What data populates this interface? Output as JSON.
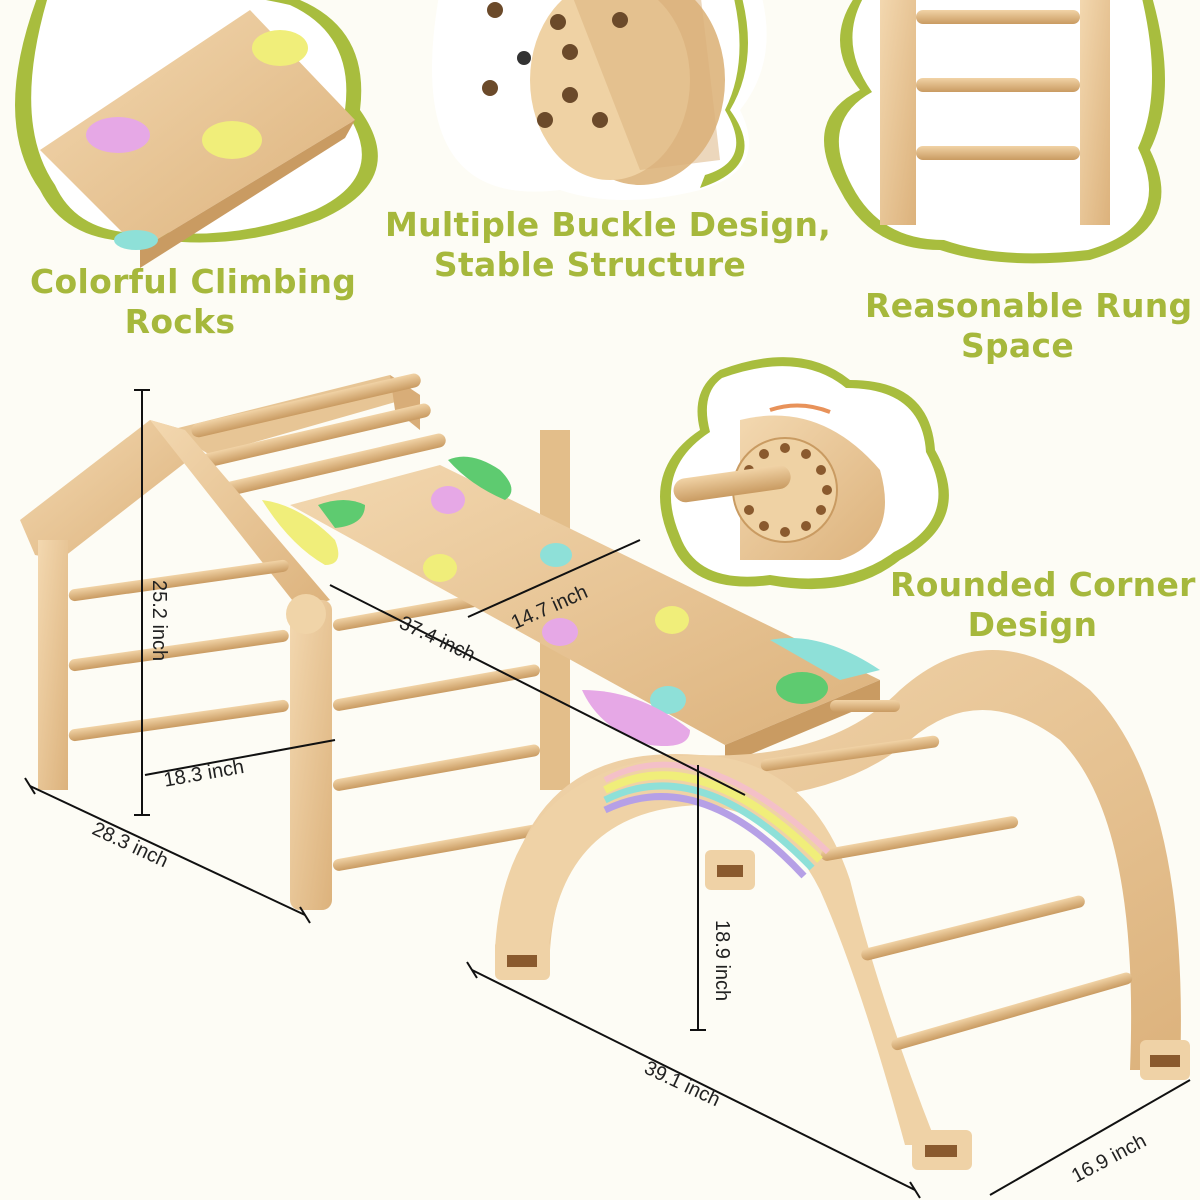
{
  "features": {
    "climbing_rocks": [
      "Colorful Climbing",
      "Rocks"
    ],
    "buckle_design": [
      "Multiple Buckle Design,",
      "Stable Structure"
    ],
    "rung_space": [
      "Reasonable Rung",
      "Space"
    ],
    "rounded_corner": [
      "Rounded Corner",
      "Design"
    ]
  },
  "dimensions": {
    "triangle_height": "25.2 inch",
    "ramp_length": "37.4 inch",
    "ramp_width": "14.7 inch",
    "triangle_inner_width": "18.3 inch",
    "triangle_depth": "28.3 inch",
    "arch_height": "18.9 inch",
    "arch_length": "39.1 inch",
    "arch_width": "16.9 inch"
  },
  "colors": {
    "accent_green": "#a6b83c",
    "wood": "#e9c99a",
    "wood_dark": "#c99b62",
    "hold_pink": "#e6a8e6",
    "hold_yellow": "#f0ee7a",
    "hold_cyan": "#8ee0d8",
    "hold_green": "#5ecb70"
  }
}
